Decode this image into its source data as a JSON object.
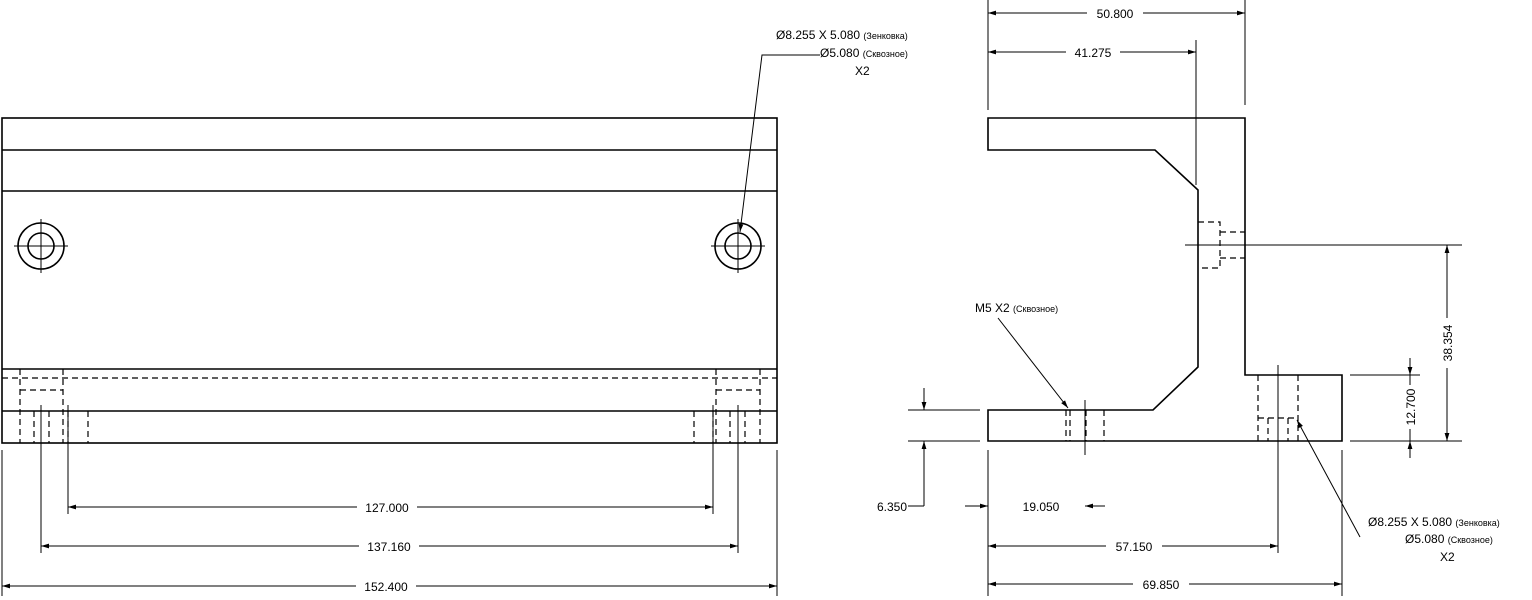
{
  "dimensions": {
    "d127": "127.000",
    "d137": "137.160",
    "d152": "152.400",
    "d50": "50.800",
    "d41": "41.275",
    "d38": "38.354",
    "d12": "12.700",
    "d6": "6.350",
    "d19": "19.050",
    "d57": "57.150",
    "d69": "69.850"
  },
  "notes": {
    "top": {
      "line1_main": "Ø8.255 X 5.080",
      "line1_note": "(Зенковка)",
      "line2_main": "Ø5.080",
      "line2_note": "(Сквозное)",
      "line3": "X2"
    },
    "thread": {
      "main": "M5 X2",
      "note": "(Сквозное)"
    },
    "bottom": {
      "line1_main": "Ø8.255 X 5.080",
      "line1_note": "(Зенковка)",
      "line2_main": "Ø5.080",
      "line2_note": "(Сквозное)",
      "line3": "X2"
    }
  }
}
